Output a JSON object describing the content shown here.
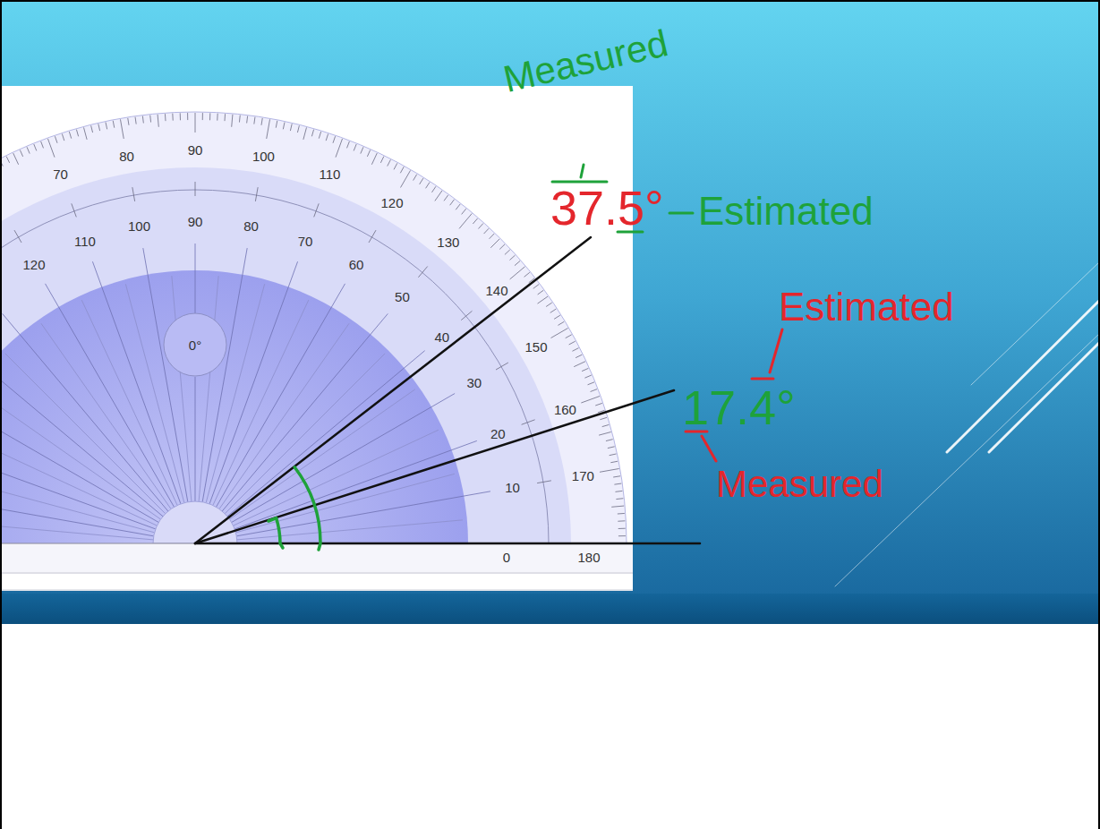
{
  "diagram": {
    "labels": [
      "70",
      "80",
      "90",
      "100",
      "110",
      "120",
      "130",
      "140",
      "150",
      "160",
      "170",
      "180",
      "120",
      "110",
      "100",
      "90",
      "80",
      "70",
      "60",
      "50",
      "40",
      "30",
      "20",
      "10",
      "0",
      "0°",
      "Measured",
      "37.5°",
      "Estimated",
      "Estimated",
      "17.4°",
      "Measured"
    ]
  }
}
